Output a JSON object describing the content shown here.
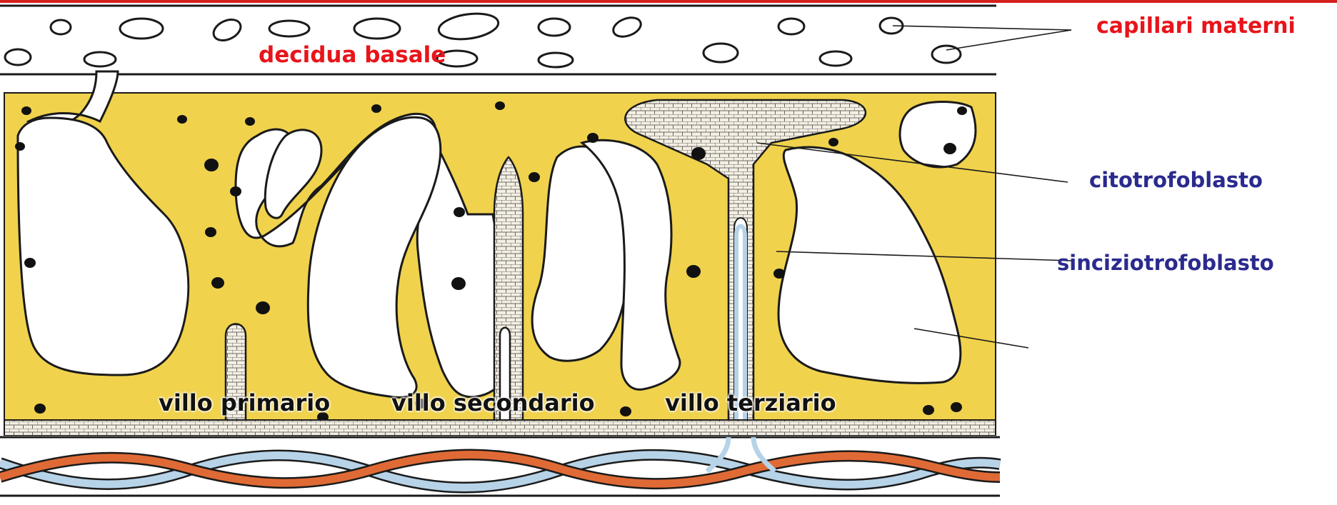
{
  "labels": {
    "capillari_materni": "capillari materni",
    "decidua_basale": "decidua basale",
    "citotrofoblasto": "citotrofoblasto",
    "sinciziotrofoblasto": "sinciziotrofoblasto",
    "villo_primario": "villo primario",
    "villo_secondario": "villo secondario",
    "villo_terziario": "villo terziario"
  },
  "colors": {
    "syncytium": "#f0d24d",
    "cytotrophoblast": "#f4efe3",
    "maternal_label": "#e8141b",
    "tissue_label": "#2a2a8e",
    "artery": "#e06a35",
    "vein": "#b7d3e8",
    "outline": "#1a1a1a",
    "top_rule": "#d4211d"
  }
}
